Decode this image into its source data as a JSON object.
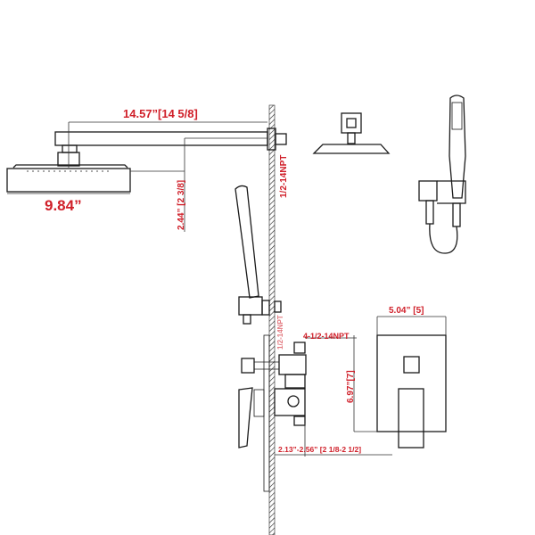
{
  "colors": {
    "dimension_text": "#d0202a",
    "line": "#1a1a1a",
    "background": "#ffffff"
  },
  "dimensions": {
    "arm_length": "14.57”[14 5/8]",
    "head_width": "9.84”",
    "arm_drop": "2.44” [2 3/8]",
    "arm_thread": "1/2-14NPT",
    "outlet_thread": "1/2-14NPT",
    "valve_thread": "4-1/2-14NPT",
    "trim_width": "5.04”  [5]",
    "trim_height": "6.97”[7]",
    "wall_depth": "2.13”-2.56” [2 1/8-2  1/2]"
  }
}
